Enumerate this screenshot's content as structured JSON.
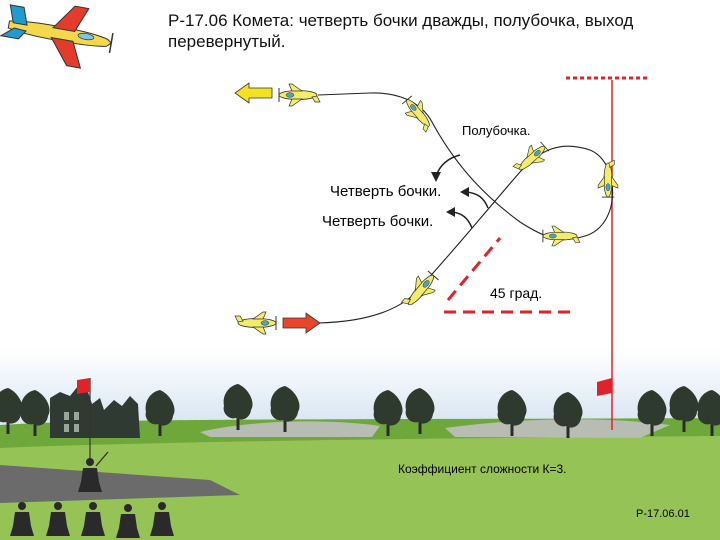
{
  "title": "Р-17.06 Комета: четверть бочки дважды, полубочка, выход перевернутый.",
  "labels": {
    "half_roll": "Полубочка.",
    "quarter_roll_1": "Четверть бочки.",
    "quarter_roll_2": "Четверть бочки.",
    "angle": "45 град.",
    "coefficient": "Коэффициент сложности К=3.",
    "figure_code": "Р-17.06.01"
  },
  "colors": {
    "entry_arrow": "#e8452c",
    "exit_arrow": "#f2e224",
    "reference_lines": "#e0222a",
    "plane_body": "#f3ec6a",
    "grass": "#6ea83a",
    "sky": "#dce8f4"
  },
  "icons": [
    "aircraft-icon",
    "entry-arrow-icon",
    "exit-arrow-icon",
    "flag-icon",
    "pilot-icon",
    "tree-icon",
    "castle-ruins-icon"
  ]
}
